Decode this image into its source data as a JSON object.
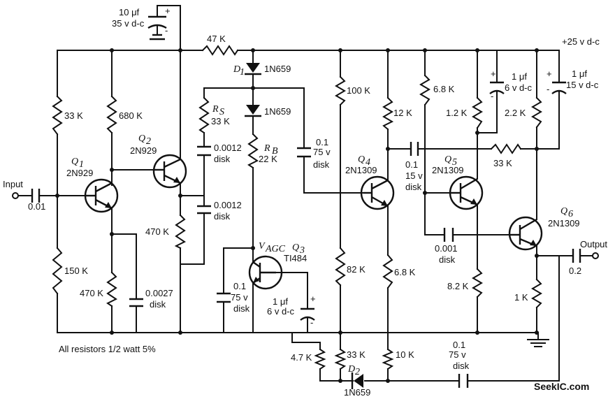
{
  "title": "",
  "rails": {
    "supply": "+25 v d-c",
    "input": "Input",
    "output": "Output"
  },
  "components": {
    "c_top": {
      "value": "10 μf",
      "rating": "35 v d-c",
      "plus": "+",
      "minus": "-"
    },
    "r_47k": "47 K",
    "d1": {
      "ref": "D",
      "sub": "1",
      "part": "1N659"
    },
    "d_mid": {
      "part": "1N659"
    },
    "r_33k_left": "33 K",
    "r_680k": "680 K",
    "q2": {
      "ref": "Q",
      "sub": "2",
      "part": "2N929"
    },
    "q1": {
      "ref": "Q",
      "sub": "1",
      "part": "2N929"
    },
    "c_in": "0.01",
    "rs": {
      "ref": "R",
      "sub": "S",
      "value": "33 K"
    },
    "rb": {
      "ref": "R",
      "sub": "B",
      "value": "22 K"
    },
    "c_12a": {
      "value": "0.0012",
      "type": "disk"
    },
    "c_12b": {
      "value": "0.0012",
      "type": "disk"
    },
    "c_01_75_top": {
      "value": "0.1",
      "rating": "75 v",
      "type": "disk"
    },
    "r_470k_mid": "470 K",
    "r_150k": "150 K",
    "r_470k_bot": "470 K",
    "c_0027": {
      "value": "0.0027",
      "type": "disk"
    },
    "vagc": {
      "ref": "V",
      "sub": "AGC"
    },
    "q3": {
      "ref": "Q",
      "sub": "3",
      "part": "TI484"
    },
    "c_01_75_left": {
      "value": "0.1",
      "rating": "75 v",
      "type": "disk"
    },
    "c_1uf_6v_bot": {
      "value": "1 μf",
      "rating": "6 v d-c",
      "plus": "+",
      "minus": "-"
    },
    "r_100k": "100 K",
    "r_12k": "12 K",
    "q4": {
      "ref": "Q",
      "sub": "4",
      "part": "2N1309"
    },
    "r_82k": "82 K",
    "r_68k_q4": "6.8 K",
    "c_01_15v": {
      "value": "0.1",
      "rating": "15 v",
      "type": "disk"
    },
    "r_68k_top": "6.8 K",
    "r_12k_q5": "1.2 K",
    "c_1uf_6v_top": {
      "value": "1 μf",
      "rating": "6 v d-c",
      "plus": "+",
      "minus": "-"
    },
    "r_22k": "2.2 K",
    "c_1uf_15v": {
      "value": "1 μf",
      "rating": "15 v d-c",
      "plus": "+",
      "minus": "-"
    },
    "q5": {
      "ref": "Q",
      "sub": "5",
      "part": "2N1309"
    },
    "r_33k_fb": "33 K",
    "q6": {
      "ref": "Q",
      "sub": "6",
      "part": "2N1309"
    },
    "c_001": {
      "value": "0.001",
      "type": "disk"
    },
    "r_82k_q5": "8.2 K",
    "r_1k": "1 K",
    "c_out": "0.2",
    "r_47k_bot": "4.7 K",
    "r_33k_bot": "33 K",
    "d2": {
      "ref": "D",
      "sub": "2",
      "part": "1N659"
    },
    "r_10k": "10 K",
    "c_01_75_bot": {
      "value": "0.1",
      "rating": "75 v",
      "type": "disk"
    }
  },
  "note": "All resistors 1/2 watt 5%",
  "watermark": "SeekIC.com"
}
